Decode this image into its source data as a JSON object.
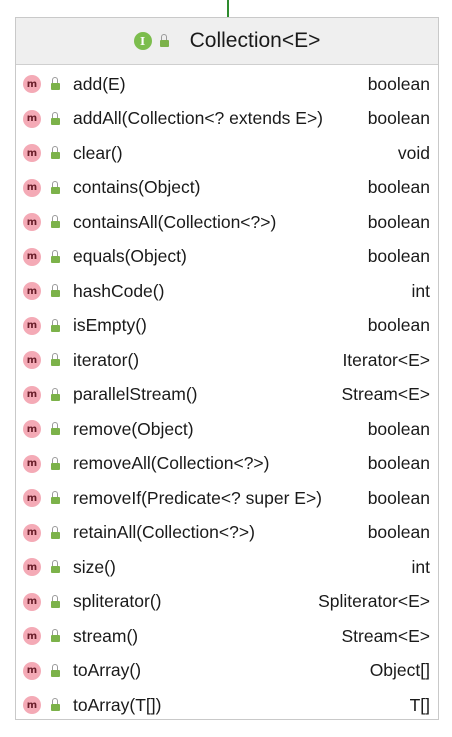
{
  "class": {
    "kind_badge": "I",
    "kind_icon": "interface-icon",
    "name": "Collection<E>"
  },
  "method_badge": "m",
  "colors": {
    "header_bg": "#efefef",
    "interface_badge": "#7cbd4d",
    "method_badge": "#f4aab6",
    "lock_body": "#7cb24a",
    "connector": "#2e8b2e"
  },
  "methods": [
    {
      "signature": "add(E)",
      "returns": "boolean"
    },
    {
      "signature": "addAll(Collection<? extends E>)",
      "returns": "boolean"
    },
    {
      "signature": "clear()",
      "returns": "void"
    },
    {
      "signature": "contains(Object)",
      "returns": "boolean"
    },
    {
      "signature": "containsAll(Collection<?>)",
      "returns": "boolean"
    },
    {
      "signature": "equals(Object)",
      "returns": "boolean"
    },
    {
      "signature": "hashCode()",
      "returns": "int"
    },
    {
      "signature": "isEmpty()",
      "returns": "boolean"
    },
    {
      "signature": "iterator()",
      "returns": "Iterator<E>"
    },
    {
      "signature": "parallelStream()",
      "returns": "Stream<E>"
    },
    {
      "signature": "remove(Object)",
      "returns": "boolean"
    },
    {
      "signature": "removeAll(Collection<?>)",
      "returns": "boolean"
    },
    {
      "signature": "removeIf(Predicate<? super E>)",
      "returns": "boolean"
    },
    {
      "signature": "retainAll(Collection<?>)",
      "returns": "boolean"
    },
    {
      "signature": "size()",
      "returns": "int"
    },
    {
      "signature": "spliterator()",
      "returns": "Spliterator<E>"
    },
    {
      "signature": "stream()",
      "returns": "Stream<E>"
    },
    {
      "signature": "toArray()",
      "returns": "Object[]"
    },
    {
      "signature": "toArray(T[])",
      "returns": "T[]"
    }
  ]
}
